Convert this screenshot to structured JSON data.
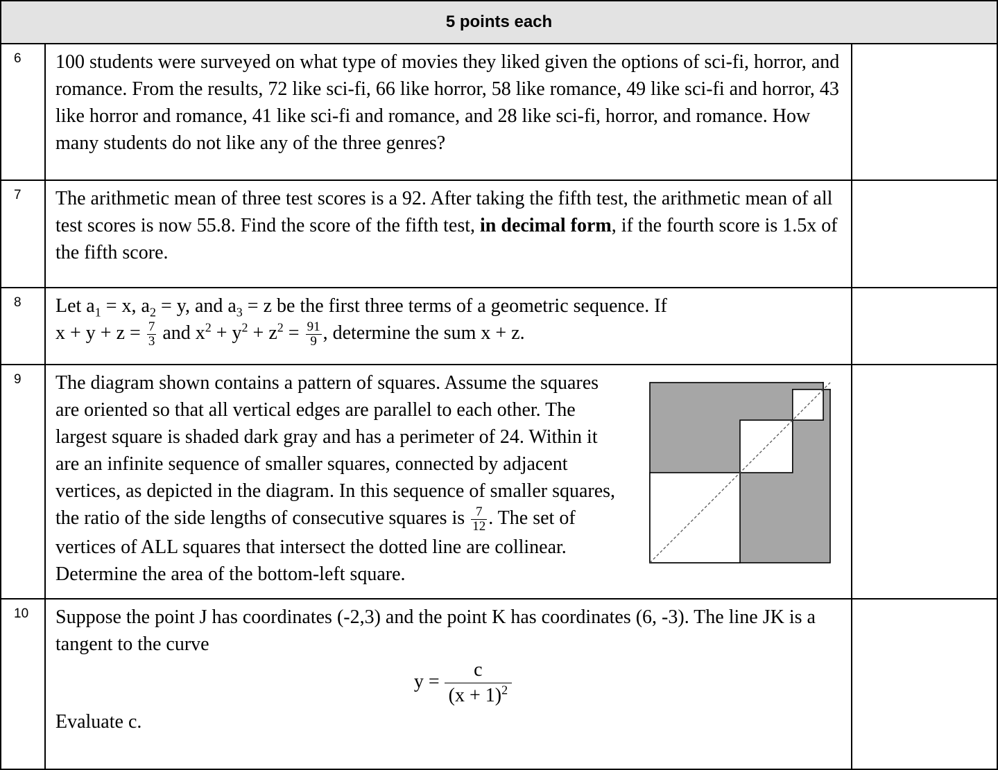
{
  "header": {
    "label": "5 points each"
  },
  "questions": {
    "q6": {
      "number": "6",
      "text": "100 students were surveyed on what type of movies they liked given the options of sci-fi, horror, and romance.  From the results, 72 like sci-fi, 66 like horror, 58 like romance, 49 like sci-fi and horror, 43 like horror and romance, 41 like sci-fi and romance, and 28 like sci-fi, horror, and romance.  How many students do not like any of the three genres?"
    },
    "q7": {
      "number": "7",
      "text_a": "The arithmetic mean of three test scores is a 92. After taking the fifth test, the arithmetic mean of all test scores is now 55.8. Find the score of the fifth test, ",
      "text_bold": "in decimal form",
      "text_b": ", if the fourth score is 1.5x of the fifth score."
    },
    "q8": {
      "number": "8",
      "line1_a": "Let a",
      "sub1": "1",
      "line1_b": " = x, a",
      "sub2": "2",
      "line1_c": " = y, and a",
      "sub3": "3",
      "line1_d": " = z be the first three terms of a geometric sequence.  If",
      "line2_a": "x + y + z = ",
      "frac1_n": "7",
      "frac1_d": "3",
      "line2_b": " and x",
      "sup1": "2",
      "line2_c": " + y",
      "sup2": "2",
      "line2_d": " + z",
      "sup3": "2",
      "line2_e": " = ",
      "frac2_n": "91",
      "frac2_d": "9",
      "line2_f": ", determine the sum x + z."
    },
    "q9": {
      "number": "9",
      "text_a": "The diagram shown contains a pattern of squares.  Assume the squares are oriented so that all vertical edges are parallel to each other.  The largest square is shaded dark gray and has a perimeter of 24.  Within it are an infinite sequence of smaller squares, connected by adjacent vertices, as depicted in the diagram.  In this sequence of smaller squares, the ratio of the side lengths of consecutive squares is ",
      "frac_n": "7",
      "frac_d": "12",
      "text_b": ".  The set of vertices of ALL squares that intersect the dotted line are collinear.  Determine the area of the bottom-left square.",
      "diagram": {
        "fill_dark": "#a6a6a6",
        "fill_light": "#ffffff",
        "ratio": 0.5833
      }
    },
    "q10": {
      "number": "10",
      "text_a": "Suppose the point J has coordinates (-2,3) and the point K has coordinates (6, -3).  The line JK is a tangent to the curve",
      "eq_lhs": "y = ",
      "eq_num": "c",
      "eq_den_a": "(x + 1)",
      "eq_den_sup": "2",
      "text_b": "Evaluate c."
    }
  }
}
